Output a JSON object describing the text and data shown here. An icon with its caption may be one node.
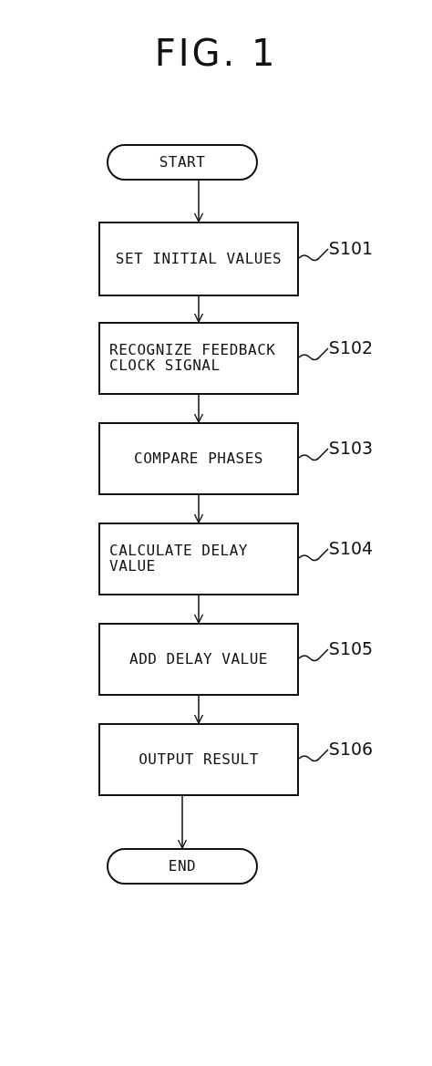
{
  "diagram": {
    "title": "FIG. 1",
    "nodes": [
      {
        "text": [
          "START"
        ]
      },
      {
        "text": [
          "SET INITIAL VALUES"
        ]
      },
      {
        "text": [
          "RECOGNIZE FEEDBACK CLOCK SIGNAL"
        ]
      },
      {
        "text": [
          "COMPARE PHASES"
        ]
      },
      {
        "text": [
          "CALCULATE DELAY VALUE"
        ]
      },
      {
        "text": [
          "ADD DELAY VALUE"
        ]
      },
      {
        "text": [
          "OUTPUT RESULT"
        ]
      },
      {
        "text": [
          "END"
        ]
      },
      {
        "text": [
          "S101"
        ]
      },
      {
        "text": [
          "S102"
        ]
      },
      {
        "text": [
          "S103"
        ]
      },
      {
        "text": [
          "S104"
        ]
      },
      {
        "text": [
          "S105"
        ]
      },
      {
        "text": [
          "S106"
        ]
      }
    ],
    "edges": [
      {
        "from": 0,
        "to": 1,
        "arrow": "to"
      },
      {
        "from": 1,
        "to": 2,
        "arrow": "to"
      },
      {
        "from": 2,
        "to": 3,
        "arrow": "to"
      },
      {
        "from": 3,
        "to": 4,
        "arrow": "to"
      },
      {
        "from": 4,
        "to": 5,
        "arrow": "to"
      },
      {
        "from": 5,
        "to": 6,
        "arrow": "to"
      },
      {
        "from": 6,
        "to": 7,
        "arrow": "to"
      },
      {
        "from": 8,
        "to": 1,
        "arrow": "none"
      },
      {
        "from": 9,
        "to": 2,
        "arrow": "none"
      },
      {
        "from": 10,
        "to": 3,
        "arrow": "none"
      },
      {
        "from": 11,
        "to": 4,
        "arrow": "none"
      },
      {
        "from": 12,
        "to": 5,
        "arrow": "none"
      },
      {
        "from": 13,
        "to": 6,
        "arrow": "none"
      }
    ]
  }
}
